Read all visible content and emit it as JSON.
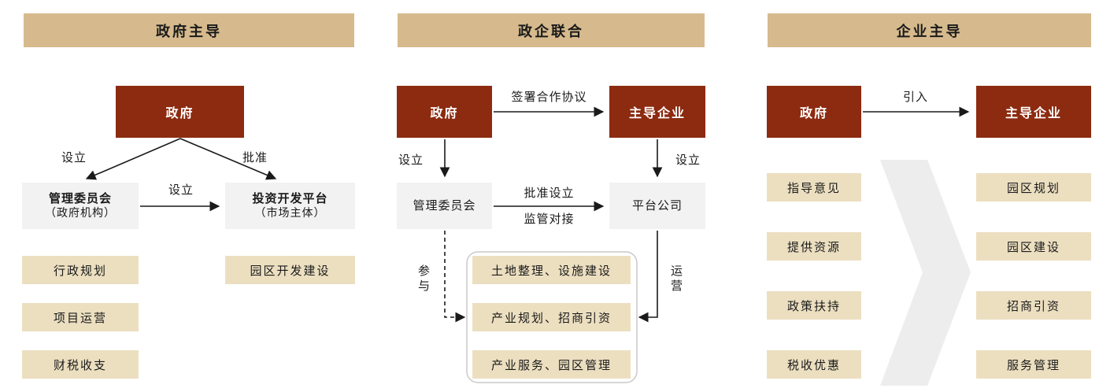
{
  "colors": {
    "header_bg": "#d6ba8d",
    "dark_box_bg": "#8c2b10",
    "dark_box_text": "#ffffff",
    "gray_box_bg": "#f2f2f2",
    "tan_box_bg": "#ecdfc0",
    "arrow": "#1a1a1a",
    "chevron": "#ededed"
  },
  "panel1": {
    "title": "政府主导",
    "gov_label": "政府",
    "left_arrow_label": "设立",
    "right_arrow_label": "批准",
    "mid_arrow_label": "设立",
    "committee_title": "管理委员会",
    "committee_subtitle": "（政府机构）",
    "platform_title": "投资开发平台",
    "platform_subtitle": "（市场主体）",
    "committee_items": [
      "行政规划",
      "项目运营",
      "财税收支"
    ],
    "platform_items": [
      "园区开发建设"
    ]
  },
  "panel2": {
    "title": "政企联合",
    "gov_label": "政府",
    "enterprise_label": "主导企业",
    "top_arrow_label": "签署合作协议",
    "gov_down_label": "设立",
    "enterprise_down_label": "设立",
    "committee_label": "管理委员会",
    "platform_label": "平台公司",
    "mid_arrow_label_top": "批准设立",
    "mid_arrow_label_bottom": "监管对接",
    "participate_label": "参与",
    "operate_label": "运营",
    "task_items": [
      "土地整理、设施建设",
      "产业规划、招商引资",
      "产业服务、园区管理"
    ]
  },
  "panel3": {
    "title": "企业主导",
    "gov_label": "政府",
    "enterprise_label": "主导企业",
    "arrow_label": "引入",
    "gov_items": [
      "指导意见",
      "提供资源",
      "政策扶持",
      "税收优惠"
    ],
    "enterprise_items": [
      "园区规划",
      "园区建设",
      "招商引资",
      "服务管理"
    ]
  }
}
